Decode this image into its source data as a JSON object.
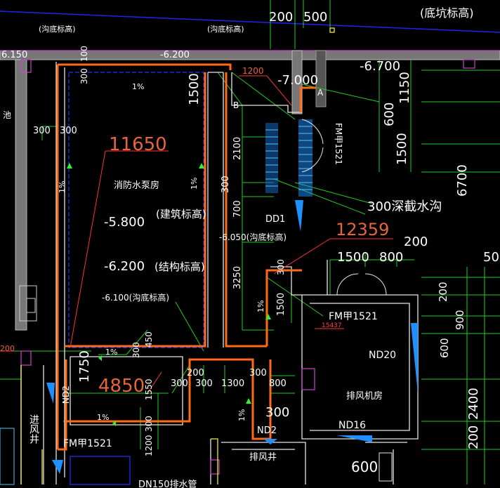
{
  "labels": {
    "pit_elev_top": "(底坑标高)",
    "trench_elev_1": "(沟底标高)",
    "trench_elev_2": "(沟底标高)",
    "elev_m6150": "6.150",
    "elev_m6200_top": "-6.200",
    "elev_m7000": "-7.000",
    "elev_m6700": "-6.700",
    "dim_200": "200",
    "dim_500": "500",
    "dim_1200_red": "1200",
    "dim_300_v": "300",
    "dim_100_v": "100",
    "dim_1500_v": "1500",
    "slope_1_top": "1%",
    "mark_B": "B",
    "mark_A": "A",
    "dim_1150": "1150",
    "dim_600_r": "600",
    "dim_1500_r": "1500",
    "fm_door_v": "FM甲1521",
    "dim_6700": "6700",
    "left_pool": "池",
    "dim_300_a": "300",
    "dim_300_b": "300",
    "big_11650": "11650",
    "dim_2100": "2100",
    "slope_left": "1%",
    "room_pump": "消防水泵房",
    "slope_mid": "1%",
    "dim_300_c": "300",
    "dim_700": "700",
    "trench_300": "300深截水沟",
    "elev_arch_val": "-5.800",
    "elev_arch_lbl": "(建筑标高)",
    "dd1": "DD1",
    "big_12359": "12359",
    "dim_200_r": "200",
    "elev_6050": "-6.050(沟底标高)",
    "dim_1500_h": "1500",
    "dim_800_h": "800",
    "dim_50": "50",
    "elev_struct_val": "-6.200",
    "elev_struct_lbl": "(结构标高)",
    "dim_3250": "3250",
    "dim_300_d": "300",
    "dim_200_rr": "200",
    "dim_900_rr": "900",
    "elev_6100": "-6.100(沟底标高)",
    "slope_v2": "1%",
    "dim_1500_v2": "1500",
    "fm_door_h": "FM甲1521",
    "small_15437": "15437",
    "dim_600_rr": "600",
    "slope_b": "1%",
    "dim_300_e": "300",
    "dim_450": "450",
    "nd20": "ND20",
    "dim_200_l": "200",
    "dim_1750": "1750",
    "big_4850": "4850",
    "dim_200_m": "200",
    "dim_300_f": "300",
    "dim_1550": "1550",
    "dim_300_g": "300",
    "dim_300_h": "300",
    "dim_1300": "1300",
    "dim_800_b": "800",
    "room_exhaust": "排风机房",
    "nd2_v": "ND2",
    "dim_2400": "2400",
    "inlet_shaft": "进风井",
    "slope_c": "1%",
    "dim_300_i": "300",
    "slope_d": "1%",
    "dim_300_big": "300",
    "fm_door_b": "FM甲1521",
    "dim_1200_v": "1200",
    "nd2_h": "ND2",
    "nd16": "ND16",
    "dim_200_b": "200",
    "exhaust_shaft": "排风井",
    "dim_600_b": "600",
    "pipe_dn150": "DN150排水管"
  },
  "colors": {
    "background": "#000000",
    "wall_orange": "#ff6a1a",
    "outline_white": "#e6e6e6",
    "dim_green": "#33ee33",
    "accent_blue": "#1e90ff",
    "accent_magenta": "#cc44cc",
    "accent_yellow": "#eeee33",
    "dark_blue": "#2222ee"
  }
}
